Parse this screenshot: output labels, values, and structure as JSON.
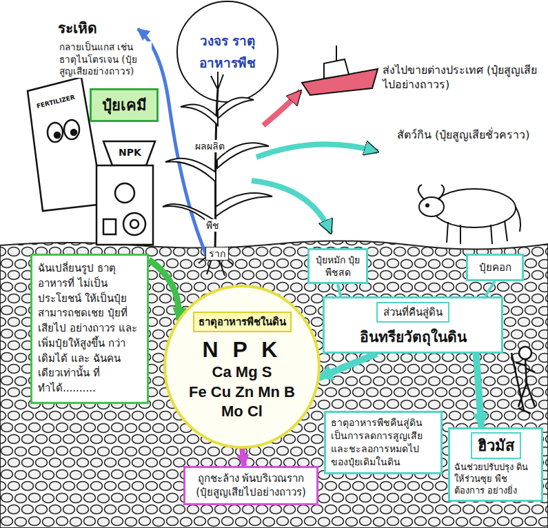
{
  "diagram": {
    "title": "วงจร ราตุอาหารพืช",
    "nodes": [
      {
        "text": [
          "ปุ๋ยเคมี"
        ]
      },
      {
        "text": [
          "ฉันเปลี่ยนรูป ธาตุอาหารที่ ไม่เป็นประโยชน์ ให้เป็นปุ๋ย สามารถชดเชย ปุ๋ยที่เสียไป อย่างถาวร และ เพิ่มปุ๋ยให้สูงขึ้น กว่าเดิมได้ และ ฉันคนเดียวเท่านั้น ที่ทำได้.........."
        ]
      },
      {
        "text": [
          "ธาตุอาหารพืชในดิน",
          "N P K",
          "Ca Mg S",
          "Fe Cu Zn Mn B",
          "Mo Cl"
        ]
      },
      {
        "text": [
          "ถูกชะล้าง พ้นบริเวณราก (ปุ๋ยสูญเสียไปอย่างถาวร)"
        ]
      },
      {
        "text": [
          "ปุ๋ยหมัก ปุ๋ยพืชสด"
        ]
      },
      {
        "text": [
          "ปุ๋ยคอก"
        ]
      },
      {
        "text": [
          "ส่วนที่คืนสู่ดิน",
          "อินทรียวัตถุในดิน"
        ]
      },
      {
        "text": [
          "ธาตุอาหารพืชคืนสู่ดิน เป็นการลดการสูญเสีย และชะลอการหมดไป ของปุ๋ยเดิมในดิน"
        ]
      },
      {
        "text": [
          "ฮิวมัส",
          "ฉันช่วยปรับปรุง ดินให้ร่วนซุย พืชต้องการ อย่างยิ่ง"
        ]
      }
    ],
    "edges": [
      {
        "from": 1,
        "to": 2,
        "arrow": "to"
      },
      {
        "from": 2,
        "to": 3,
        "arrow": "to"
      },
      {
        "from": 4,
        "to": 6,
        "arrow": "none"
      },
      {
        "from": 5,
        "to": 6,
        "arrow": "none"
      },
      {
        "from": 6,
        "to": 2,
        "arrow": "to"
      },
      {
        "from": 6,
        "to": 8,
        "arrow": "to"
      }
    ],
    "labels": [
      "ระเหิด",
      "กลายเป็นแกส เช่นธาตุไนโตรเจน (ปุ๋ยสูญเสียอย่างถาวร)",
      "ส่งไปขายต่างประเทศ (ปุ๋ยสูญเสียไปอย่างถาวร)",
      "สัตว์กิน (ปุ๋ยสูญเสียชั่วคราว)",
      "ผลผลิต",
      "พืช",
      "ราก",
      "FERTILIZER",
      "NPK"
    ]
  }
}
